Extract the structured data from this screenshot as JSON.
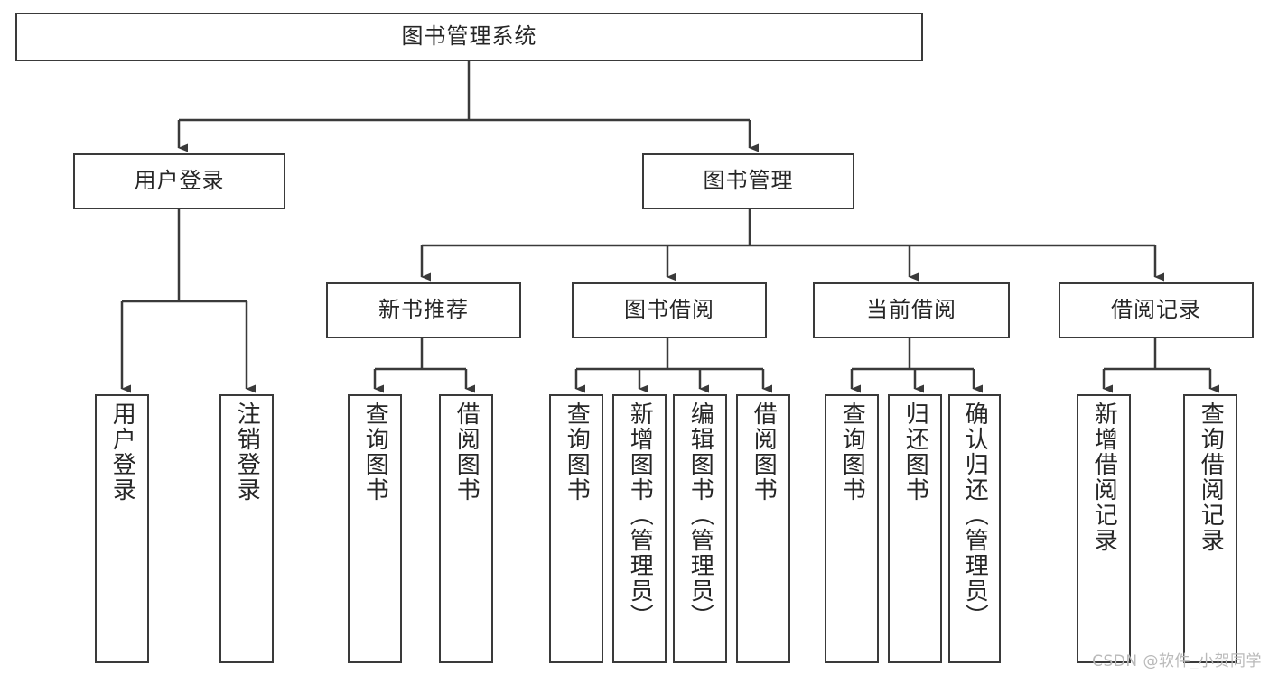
{
  "diagram": {
    "type": "tree-hierarchy-chart",
    "title": "图书管理系统",
    "watermark": "CSDN @软件_小贺同学",
    "colors": {
      "stroke": "#3a3a3a",
      "fill": "#ffffff",
      "text": "#262626",
      "watermark": "#b9b9b9"
    },
    "levels": [
      {
        "level": 1,
        "nodes": [
          {
            "id": "root",
            "label": "图书管理系统",
            "orientation": "horizontal"
          }
        ]
      },
      {
        "level": 2,
        "nodes": [
          {
            "id": "login",
            "label": "用户登录",
            "orientation": "horizontal",
            "parent": "root"
          },
          {
            "id": "bookmgmt",
            "label": "图书管理",
            "orientation": "horizontal",
            "parent": "root"
          }
        ]
      },
      {
        "level": 3,
        "nodes": [
          {
            "id": "newbook",
            "label": "新书推荐",
            "orientation": "horizontal",
            "parent": "bookmgmt"
          },
          {
            "id": "borrow",
            "label": "图书借阅",
            "orientation": "horizontal",
            "parent": "bookmgmt"
          },
          {
            "id": "current",
            "label": "当前借阅",
            "orientation": "horizontal",
            "parent": "bookmgmt"
          },
          {
            "id": "records",
            "label": "借阅记录",
            "orientation": "horizontal",
            "parent": "bookmgmt"
          }
        ]
      },
      {
        "level": 4,
        "nodes": [
          {
            "id": "leaf1",
            "label": "用户登录",
            "orientation": "vertical",
            "parent": "login"
          },
          {
            "id": "leaf2",
            "label": "注销登录",
            "orientation": "vertical",
            "parent": "login"
          },
          {
            "id": "leaf3",
            "label": "查询图书",
            "orientation": "vertical",
            "parent": "newbook"
          },
          {
            "id": "leaf4",
            "label": "借阅图书",
            "orientation": "vertical",
            "parent": "newbook"
          },
          {
            "id": "leaf5",
            "label": "查询图书",
            "orientation": "vertical",
            "parent": "borrow"
          },
          {
            "id": "leaf6",
            "label": "新增图书（管理员）",
            "orientation": "vertical",
            "parent": "borrow"
          },
          {
            "id": "leaf7",
            "label": "编辑图书（管理员）",
            "orientation": "vertical",
            "parent": "borrow"
          },
          {
            "id": "leaf8",
            "label": "借阅图书",
            "orientation": "vertical",
            "parent": "borrow"
          },
          {
            "id": "leaf9",
            "label": "查询图书",
            "orientation": "vertical",
            "parent": "current"
          },
          {
            "id": "leaf10",
            "label": "归还图书",
            "orientation": "vertical",
            "parent": "current"
          },
          {
            "id": "leaf11",
            "label": "确认归还（管理员）",
            "orientation": "vertical",
            "parent": "current"
          },
          {
            "id": "leaf12",
            "label": "新增借阅记录",
            "orientation": "vertical",
            "parent": "records"
          },
          {
            "id": "leaf13",
            "label": "查询借阅记录",
            "orientation": "vertical",
            "parent": "records"
          }
        ]
      }
    ]
  }
}
